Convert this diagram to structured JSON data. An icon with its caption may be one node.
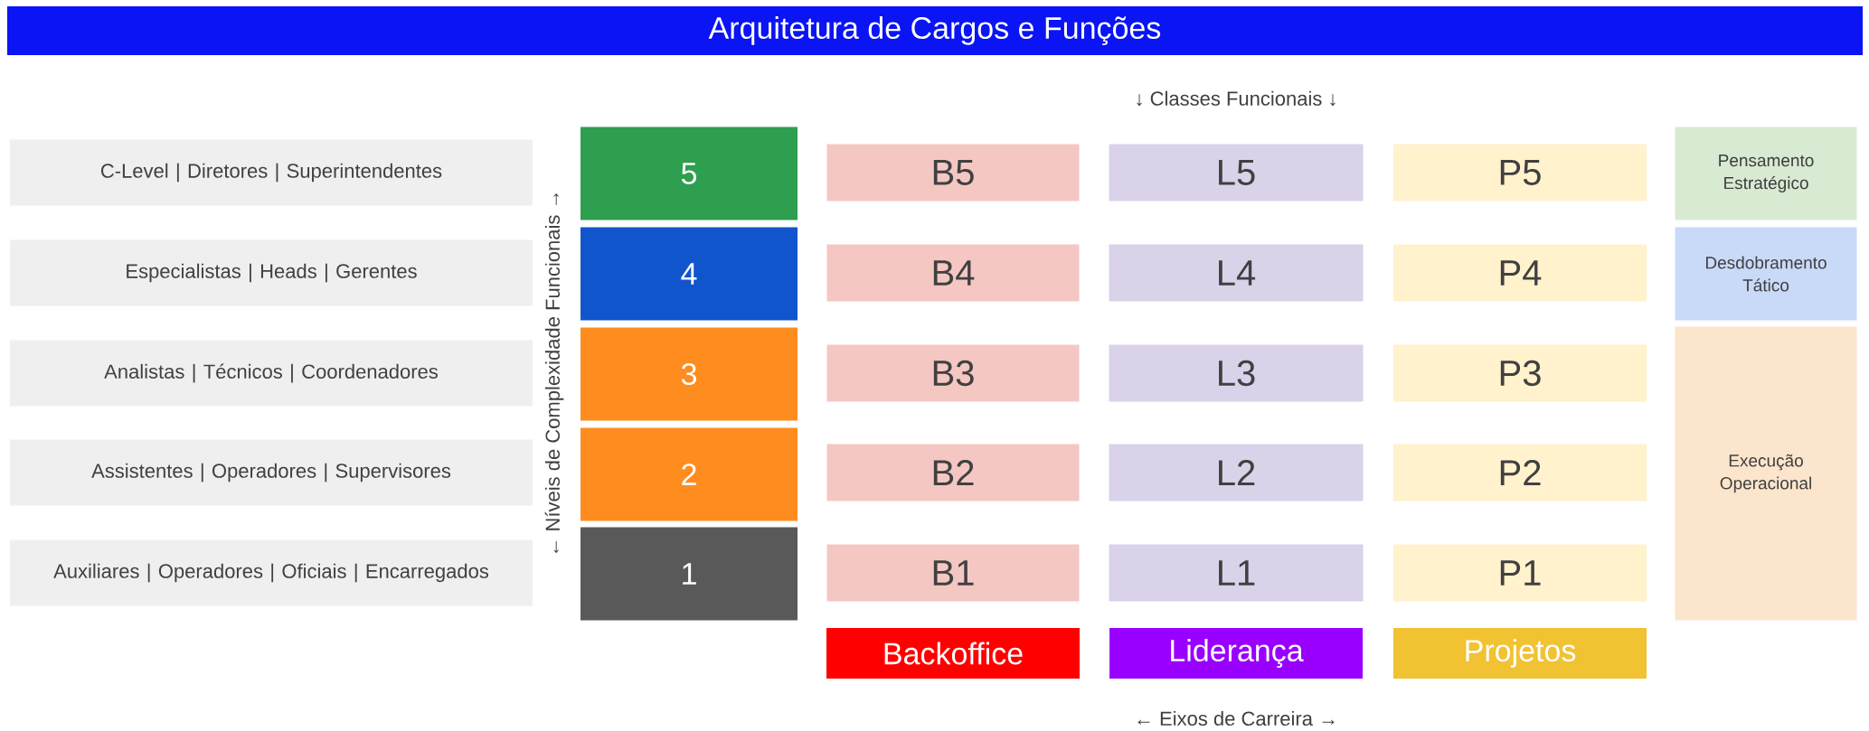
{
  "diagram": {
    "title": "Arquitetura de Cargos e Funções",
    "nodes": [
      {
        "text": [
          "C-Level | Diretores | Superintendentes"
        ]
      },
      {
        "text": [
          "5"
        ]
      },
      {
        "text": [
          "B5"
        ]
      },
      {
        "text": [
          "L5"
        ]
      },
      {
        "text": [
          "P5"
        ]
      },
      {
        "text": [
          "Pensamento Estratégico"
        ]
      },
      {
        "text": [
          "Especialistas | Heads | Gerentes"
        ]
      },
      {
        "text": [
          "4"
        ]
      },
      {
        "text": [
          "B4"
        ]
      },
      {
        "text": [
          "L4"
        ]
      },
      {
        "text": [
          "P4"
        ]
      },
      {
        "text": [
          "Desdobramento Tático"
        ]
      },
      {
        "text": [
          "Analistas | Técnicos | Coordenadores"
        ]
      },
      {
        "text": [
          "3"
        ]
      },
      {
        "text": [
          "B3"
        ]
      },
      {
        "text": [
          "L3"
        ]
      },
      {
        "text": [
          "P3"
        ]
      },
      {
        "text": [
          "Execução Operacional"
        ]
      },
      {
        "text": [
          "Assistentes | Operadores | Supervisores"
        ]
      },
      {
        "text": [
          "2"
        ]
      },
      {
        "text": [
          "B2"
        ]
      },
      {
        "text": [
          "L2"
        ]
      },
      {
        "text": [
          "P2"
        ]
      },
      {
        "text": [
          "Auxiliares | Operadores | Oficiais | Encarregados"
        ]
      },
      {
        "text": [
          "1"
        ]
      },
      {
        "text": [
          "B1"
        ]
      },
      {
        "text": [
          "L1"
        ]
      },
      {
        "text": [
          "P1"
        ]
      },
      {
        "text": [
          "Backoffice"
        ]
      },
      {
        "text": [
          "Liderança"
        ]
      },
      {
        "text": [
          "Projetos"
        ]
      }
    ],
    "labels": [
      "↓ Classes Funcionais ↓",
      "← Níveis de Complexidade Funcionais →",
      "← Eixos de Carreira →"
    ]
  }
}
